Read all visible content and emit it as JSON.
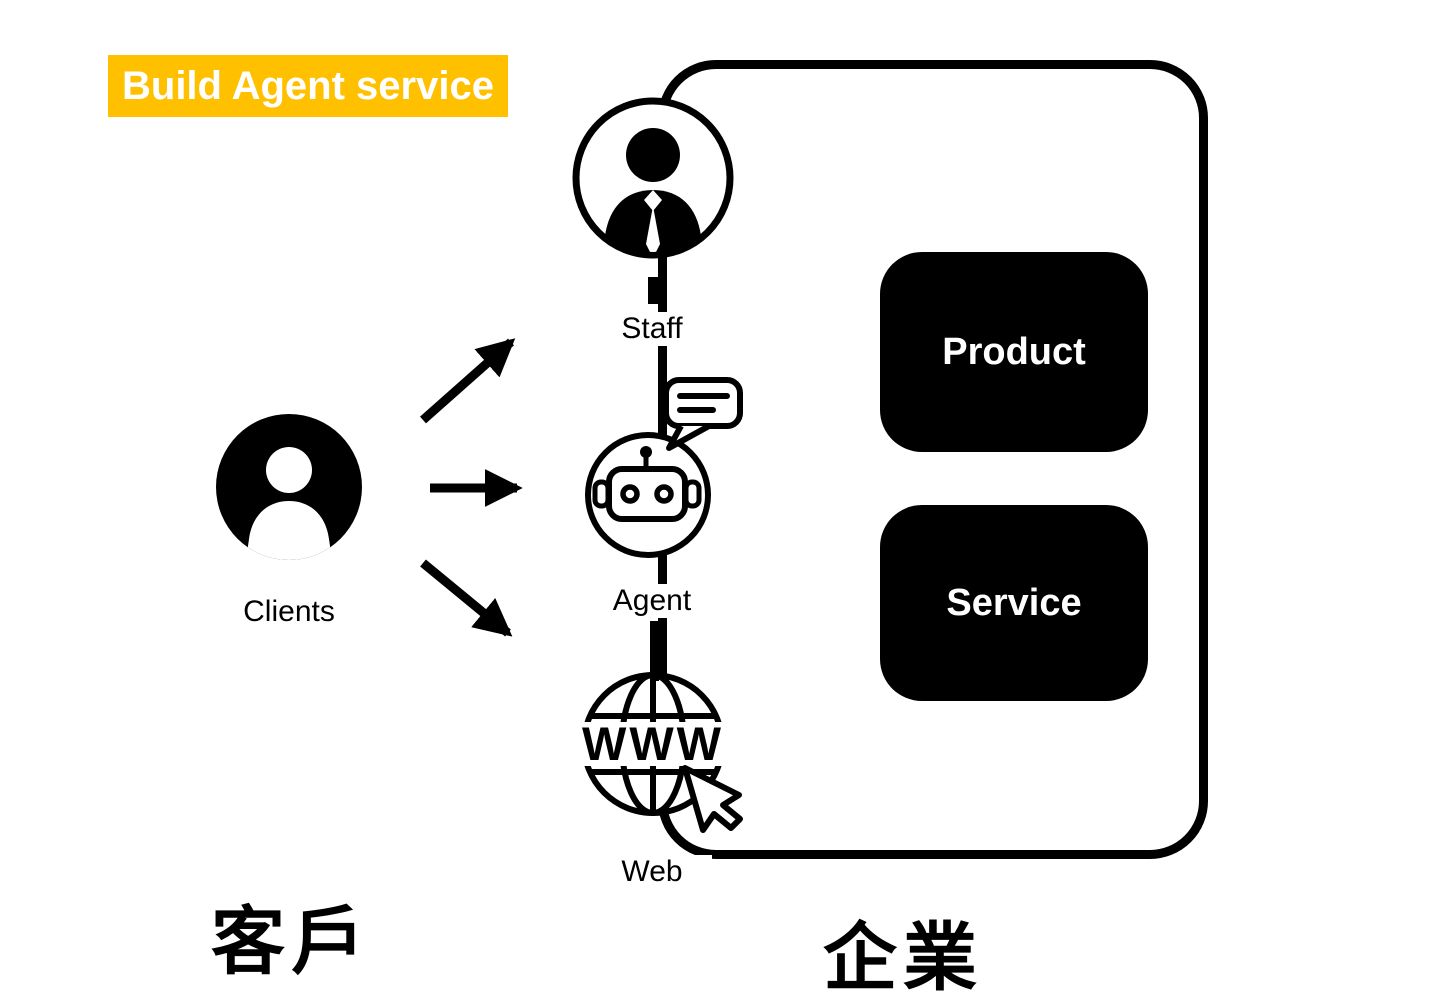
{
  "title": {
    "label": "Build Agent service"
  },
  "clients": {
    "label": "Clients",
    "group_label": "客戶"
  },
  "channels": [
    {
      "id": "staff",
      "label": "Staff",
      "icon": "staff-person-icon"
    },
    {
      "id": "agent",
      "label": "Agent",
      "icon": "robot-chat-icon"
    },
    {
      "id": "web",
      "label": "Web",
      "icon": "globe-www-cursor-icon",
      "icon_text": "WWW"
    }
  ],
  "enterprise": {
    "group_label": "企業",
    "boxes": [
      {
        "label": "Product"
      },
      {
        "label": "Service"
      }
    ]
  },
  "flows": [
    {
      "from": "Clients",
      "to": "Staff"
    },
    {
      "from": "Clients",
      "to": "Agent"
    },
    {
      "from": "Clients",
      "to": "Web"
    }
  ],
  "icons": {
    "clients": "person-avatar-icon",
    "staff": "staff-person-icon",
    "agent": "robot-chat-icon",
    "web": "globe-www-cursor-icon"
  },
  "colors": {
    "highlight": "#FFC000",
    "ink": "#000000",
    "paper": "#FFFFFF"
  }
}
